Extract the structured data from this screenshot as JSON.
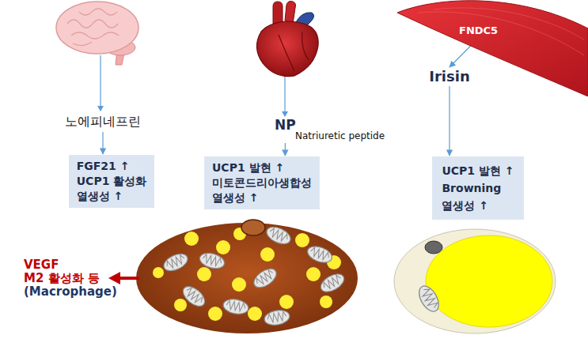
{
  "diagram": {
    "nodes": [
      {
        "text": [
          "FNDC5"
        ]
      },
      {
        "text": [
          "노에피네프린"
        ]
      },
      {
        "text": [
          "NP",
          "Natriuretic peptide"
        ]
      },
      {
        "text": [
          "Irisin"
        ]
      },
      {
        "text": [
          "FGF21 ↑",
          "UCP1 활성화",
          "열생성 ↑"
        ]
      },
      {
        "text": [
          "UCP1 발현 ↑",
          "미토콘드리아생합성",
          "열생성 ↑"
        ]
      },
      {
        "text": [
          "UCP1 발현 ↑",
          "Browning",
          "열생성 ↑"
        ]
      }
    ],
    "edges": [
      {
        "from": 0,
        "to": 3,
        "arrow": "to"
      },
      {
        "from": 1,
        "to": 4,
        "arrow": "to"
      },
      {
        "from": 2,
        "to": 5,
        "arrow": "to"
      },
      {
        "from": 3,
        "to": 6,
        "arrow": "to"
      }
    ],
    "labels": [
      "VEGF",
      "M2 활성화 등",
      "(Macrophage)"
    ]
  }
}
